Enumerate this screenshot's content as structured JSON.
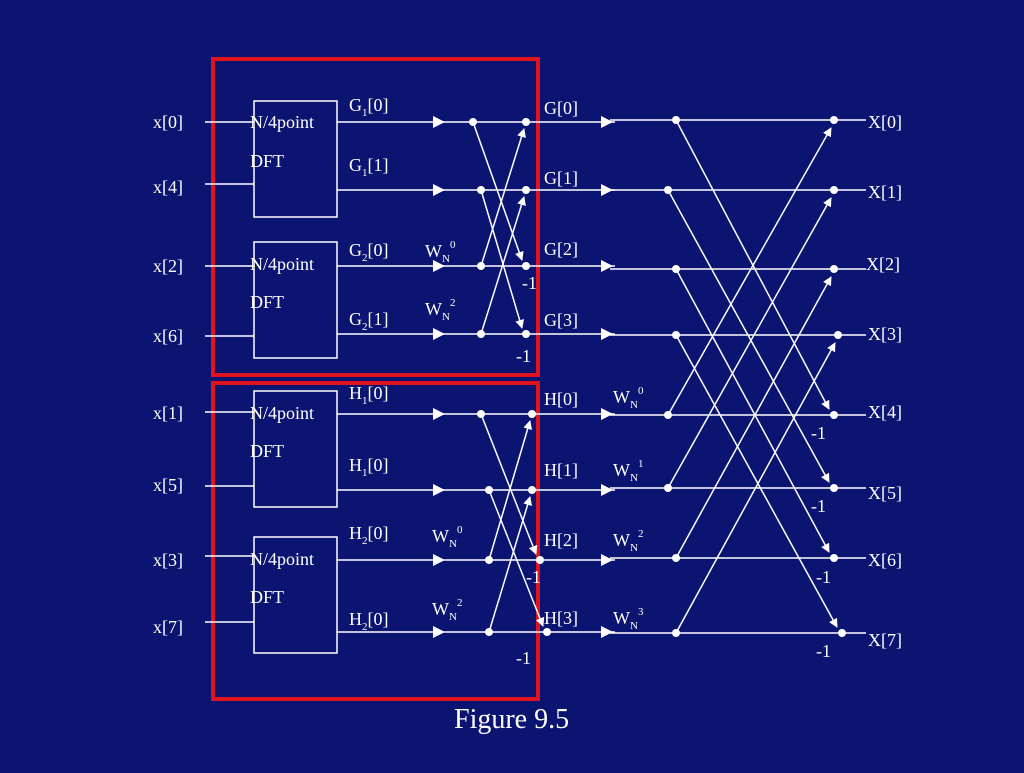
{
  "colors": {
    "background": "#0b1470",
    "lines": "#ffffff",
    "highlight_box": "#e0141e"
  },
  "caption": "Figure 9.5",
  "dft_blocks": [
    {
      "line1": "N/4point",
      "line2": "DFT"
    },
    {
      "line1": "N/4point",
      "line2": "DFT"
    },
    {
      "line1": "N/4point",
      "line2": "DFT"
    },
    {
      "line1": "N/4point",
      "line2": "DFT"
    }
  ],
  "inputs": [
    "x[0]",
    "x[4]",
    "x[2]",
    "x[6]",
    "x[1]",
    "x[5]",
    "x[3]",
    "x[7]"
  ],
  "stage1_outputs": [
    {
      "base": "G",
      "sub": "1",
      "tail": "[0]"
    },
    {
      "base": "G",
      "sub": "1",
      "tail": "[1]"
    },
    {
      "base": "G",
      "sub": "2",
      "tail": "[0]"
    },
    {
      "base": "G",
      "sub": "2",
      "tail": "[1]"
    },
    {
      "base": "H",
      "sub": "1",
      "tail": "[0]"
    },
    {
      "base": "H",
      "sub": "1",
      "tail": "[0]"
    },
    {
      "base": "H",
      "sub": "2",
      "tail": "[0]"
    },
    {
      "base": "H",
      "sub": "2",
      "tail": "[0]"
    }
  ],
  "stage1_twiddles": [
    {
      "base": "W",
      "sub": "N",
      "sup": "0"
    },
    {
      "base": "W",
      "sub": "N",
      "sup": "2"
    },
    {
      "base": "W",
      "sub": "N",
      "sup": "0"
    },
    {
      "base": "W",
      "sub": "N",
      "sup": "2"
    }
  ],
  "stage2_labels": [
    "G[0]",
    "G[1]",
    "G[2]",
    "G[3]",
    "H[0]",
    "H[1]",
    "H[2]",
    "H[3]"
  ],
  "stage2_twiddles": [
    {
      "base": "W",
      "sub": "N",
      "sup": "0"
    },
    {
      "base": "W",
      "sub": "N",
      "sup": "1"
    },
    {
      "base": "W",
      "sub": "N",
      "sup": "2"
    },
    {
      "base": "W",
      "sub": "N",
      "sup": "3"
    }
  ],
  "outputs": [
    "X[0]",
    "X[1]",
    "X[2]",
    "X[3]",
    "X[4]",
    "X[5]",
    "X[6]",
    "X[7]"
  ],
  "minus_one": "-1"
}
